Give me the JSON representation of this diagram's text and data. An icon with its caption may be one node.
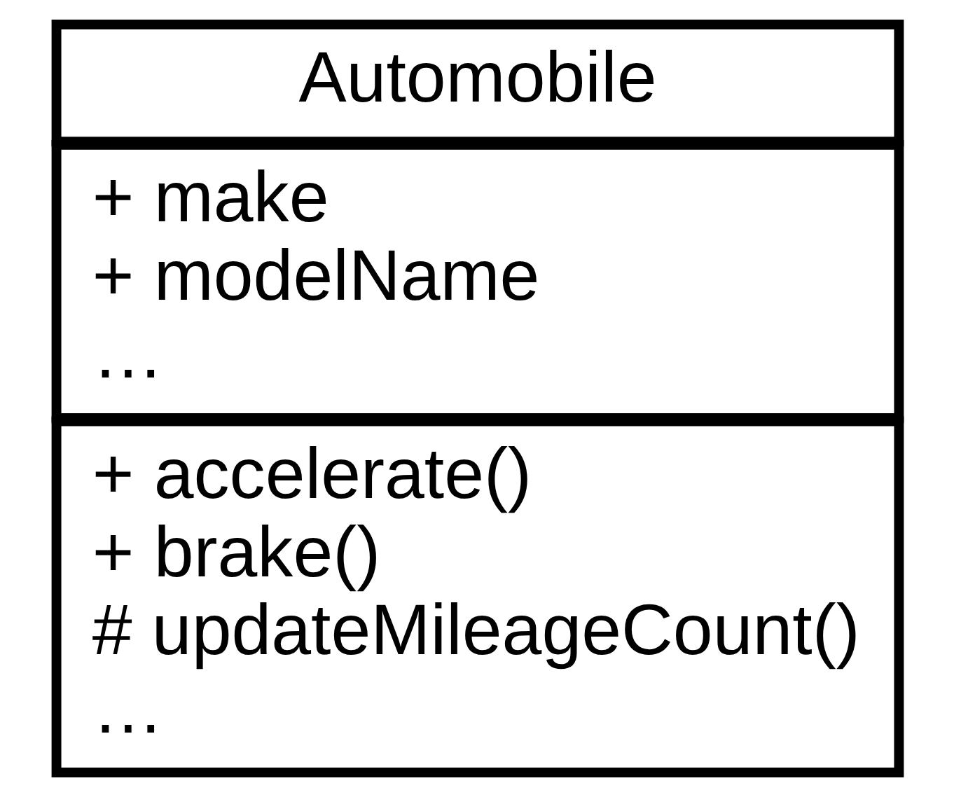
{
  "diagram": {
    "nodes": [
      {
        "text": [
          "Automobile"
        ]
      },
      {
        "text": [
          "+ make",
          "+ modelName",
          "…"
        ]
      },
      {
        "text": [
          "+ accelerate()",
          "+ brake()",
          "# updateMileageCount()",
          "…"
        ]
      }
    ]
  }
}
